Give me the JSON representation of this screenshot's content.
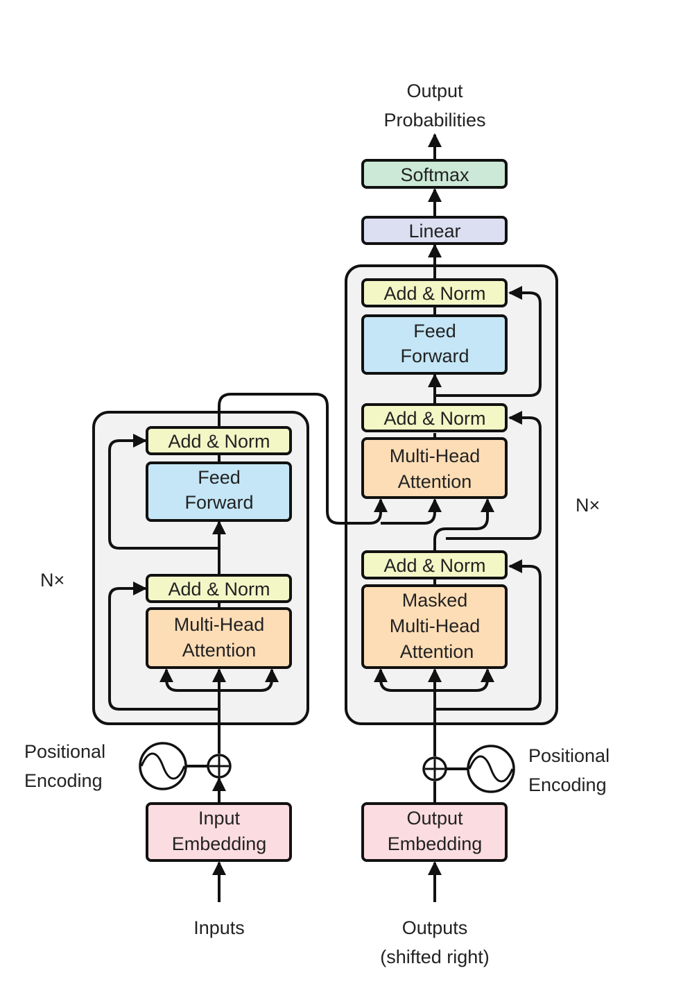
{
  "labels": {
    "output_probabilities": [
      "Output",
      "Probabilities"
    ],
    "inputs": "Inputs",
    "outputs": [
      "Outputs",
      "(shifted right)"
    ],
    "pos_enc_left": [
      "Positional",
      "Encoding"
    ],
    "pos_enc_right": [
      "Positional",
      "Encoding"
    ],
    "nx_left": "N×",
    "nx_right": "N×"
  },
  "blocks": {
    "softmax": "Softmax",
    "linear": "Linear",
    "dec_addnorm_3": "Add & Norm",
    "dec_feed_forward": [
      "Feed",
      "Forward"
    ],
    "dec_addnorm_2": "Add & Norm",
    "dec_cross_attention": [
      "Multi-Head",
      "Attention"
    ],
    "dec_addnorm_1": "Add & Norm",
    "dec_masked_attention": [
      "Masked",
      "Multi-Head",
      "Attention"
    ],
    "enc_addnorm_2": "Add & Norm",
    "enc_feed_forward": [
      "Feed",
      "Forward"
    ],
    "enc_addnorm_1": "Add & Norm",
    "enc_attention": [
      "Multi-Head",
      "Attention"
    ],
    "input_embedding": [
      "Input",
      "Embedding"
    ],
    "output_embedding": [
      "Output",
      "Embedding"
    ]
  },
  "colors": {
    "add_norm": "#f3f7c6",
    "feed_forward": "#c4e6f6",
    "attention": "#fdddb6",
    "embedding": "#fbdce1",
    "linear": "#dcdff2",
    "softmax": "#cbe9d6",
    "stack_bg": "#f2f2f2",
    "stroke": "#111111"
  },
  "icons": {
    "add": "plus-circle-icon",
    "positional_wave": "sine-wave-icon"
  }
}
